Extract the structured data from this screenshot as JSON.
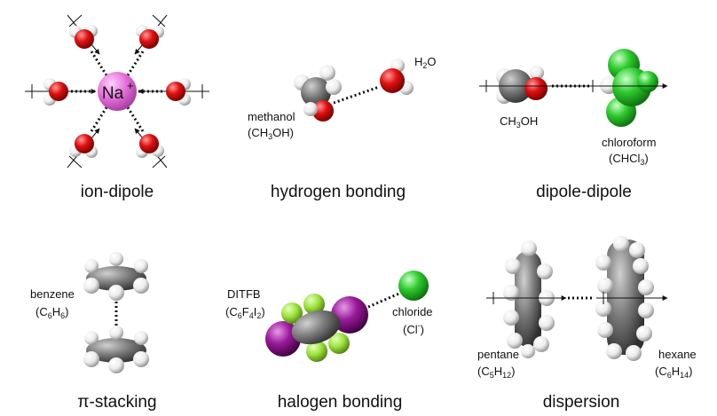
{
  "captions": {
    "ion_dipole": "ion-dipole",
    "hydrogen_bonding": "hydrogen bonding",
    "dipole_dipole": "dipole-dipole",
    "pi_stacking": "π-stacking",
    "halogen_bonding": "halogen bonding",
    "dispersion": "dispersion"
  },
  "labels": {
    "sodium_ion": "Na",
    "sodium_charge": "+",
    "water": "H2O",
    "methanol_name": "methanol",
    "methanol_formula": "(CH3OH)",
    "ch3oh": "CH3OH",
    "chloroform_name": "chloroform",
    "chloroform_formula": "(CHCl3)",
    "benzene_name": "benzene",
    "benzene_formula": "(C6H6)",
    "ditfb_name": "DITFB",
    "ditfb_formula": "(C6F4I2)",
    "chloride_name": "chloride",
    "chloride_formula": "(Cl-)",
    "pentane_name": "pentane",
    "pentane_formula": "(C5H12)",
    "hexane_name": "hexane",
    "hexane_formula": "(C6H14)"
  },
  "colors": {
    "oxygen": "#e01010",
    "hydrogen": "#f2f2f2",
    "carbon": "#7a7a7a",
    "chlorine": "#2ecc2e",
    "fluorine": "#9be33c",
    "iodine": "#9a1a9a",
    "sodium": "#e06ad6"
  }
}
